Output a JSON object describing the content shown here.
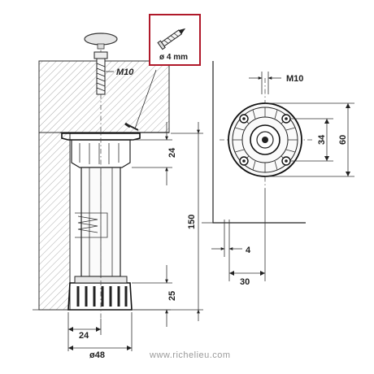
{
  "labels": {
    "m10_left": "M10",
    "m10_right": "M10",
    "screw_callout": "ø 4 mm",
    "dim_24_upper": "24",
    "dim_150": "150",
    "dim_25": "25",
    "dim_24_bottom": "24",
    "dim_48": "ø48",
    "dim_34": "34",
    "dim_60": "60",
    "dim_4": "4",
    "dim_30": "30",
    "website": "www.richelieu.com"
  },
  "colors": {
    "callout_border": "#b0192a",
    "hatch": "#8a8a8a",
    "line": "#222222"
  },
  "icons": [
    "screw-icon",
    "cap-icon"
  ]
}
